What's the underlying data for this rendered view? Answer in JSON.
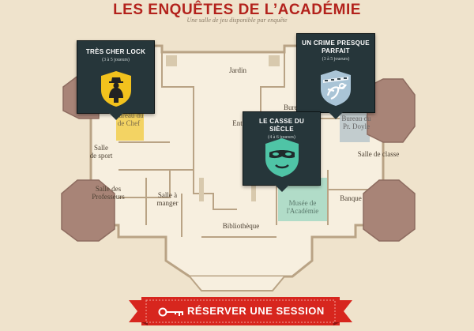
{
  "header": {
    "title": "LES ENQUÊTES DE L’ACADÉMIE",
    "subtitle": "Une salle de jeu disponible par enquête"
  },
  "rooms": {
    "jardin": "Jardin",
    "chef_line1": "Bureau du",
    "chef_line2": "de Chef",
    "sport_line1": "Salle",
    "sport_line2": "de sport",
    "entree": "Entrée",
    "bureau": "Bureau",
    "doyle_line1": "Bureau du",
    "doyle_line2": "Pr. Doyle",
    "classe": "Salle de classe",
    "profs_line1": "Salle des",
    "profs_line2": "Professeurs",
    "manger_line1": "Salle à",
    "manger_line2": "manger",
    "musee_line1": "Musée de",
    "musee_line2": "l'Académie",
    "banque": "Banque",
    "bibliotheque": "Bibliothèque"
  },
  "cards": {
    "lock": {
      "title": "TRÈS CHER LOCK",
      "players": "(3 à 5 joueurs)",
      "icon": "detective-silhouette-icon",
      "badge_color": "#f2c21d"
    },
    "crime": {
      "title_line1": "UN CRIME PRESQUE",
      "title_line2": "PARFAIT",
      "players": "(3 à 5 joueurs)",
      "icon": "crime-scene-outline-icon",
      "badge_color": "#a9c4d6"
    },
    "casse": {
      "title": "LE CASSE DU SIÈCLE",
      "players": "(4 à 6 joueurs)",
      "icon": "bandit-mask-icon",
      "badge_color": "#4fc4a6"
    }
  },
  "cta": {
    "label": "RÉSERVER UNE SESSION",
    "icon": "key-icon",
    "color": "#d7261e"
  },
  "colors": {
    "background": "#efe3cc",
    "wall": "#f7efdf",
    "tower": "#a88477",
    "title": "#b3221c",
    "lock_room": "#f2cf55",
    "doyle_room": "#b9c6cb",
    "musee_room": "#a9d9c5"
  }
}
